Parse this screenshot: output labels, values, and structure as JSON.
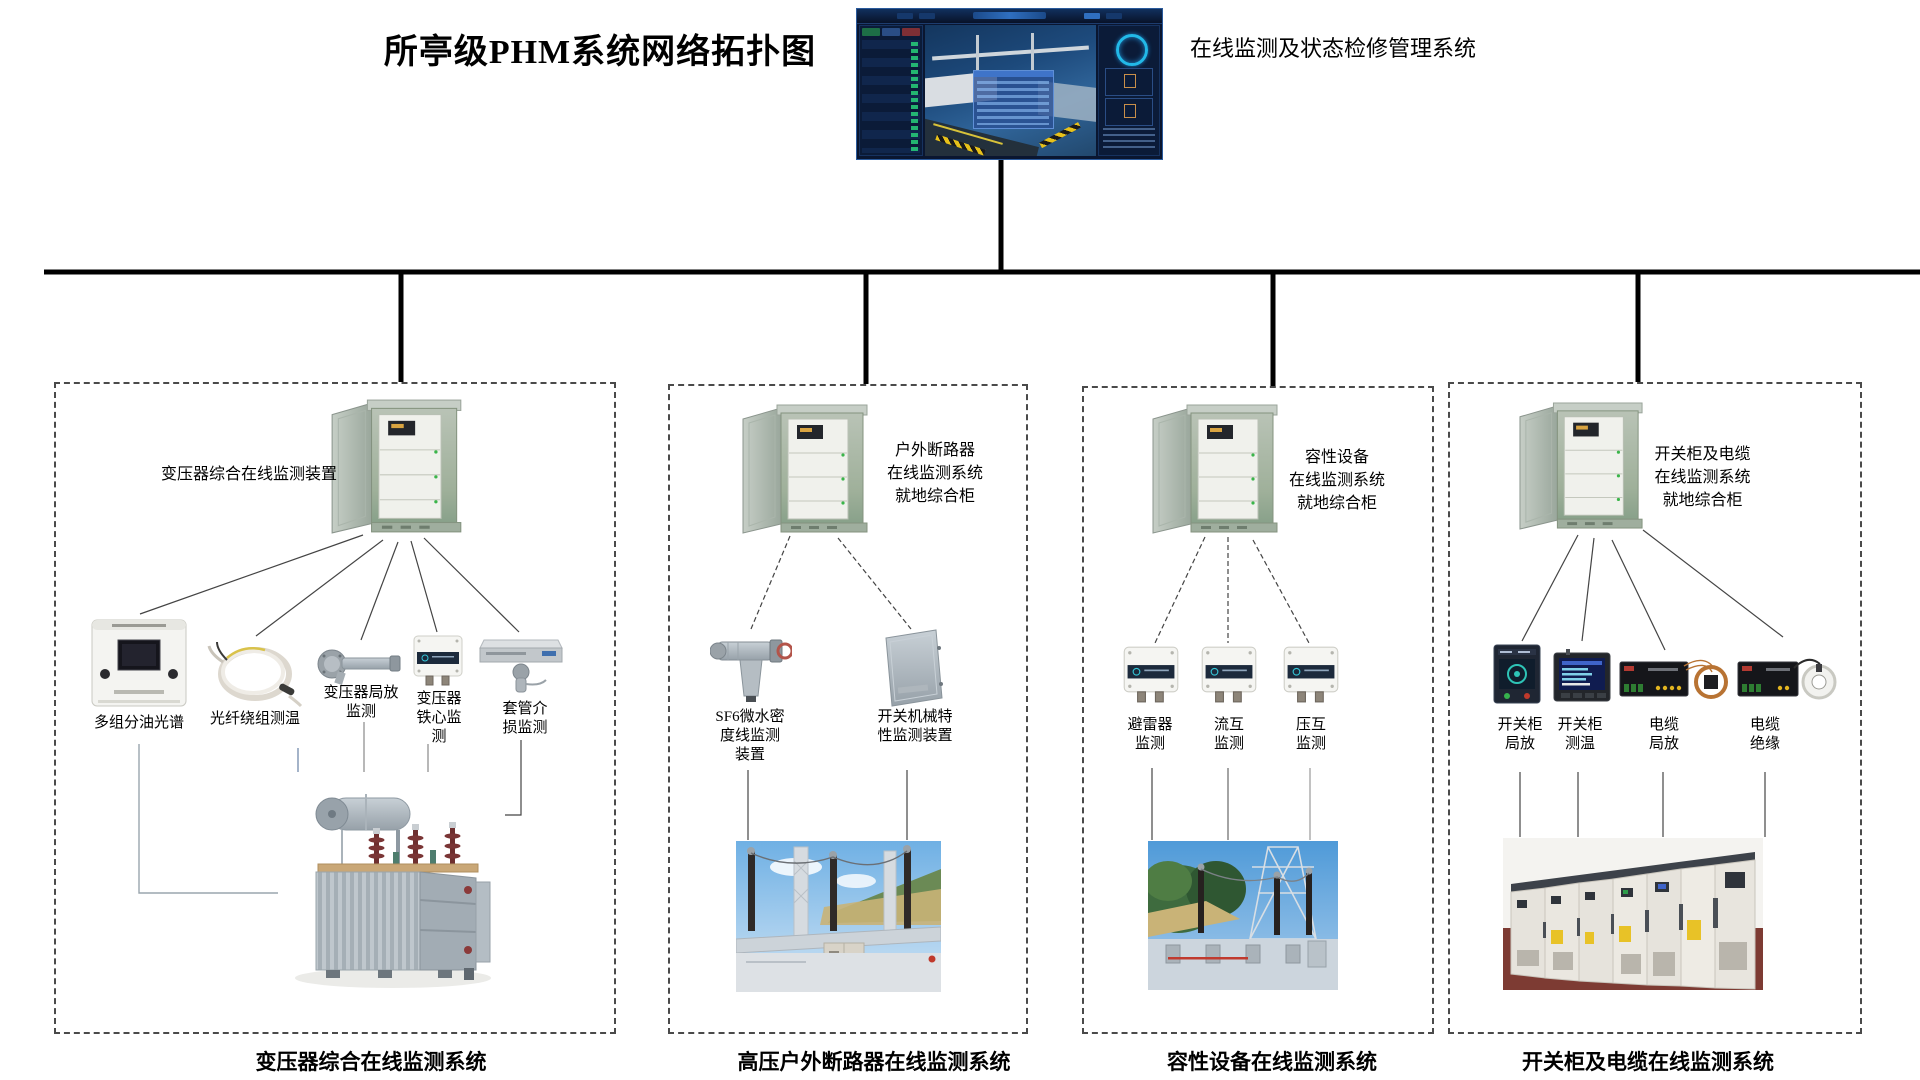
{
  "diagram_title": "所亭级PHM系统网络拓扑图",
  "management_system_label": "在线监测及状态检修管理系统",
  "systems": [
    {
      "caption": "变压器综合在线监测系统",
      "cabinet_label": "变压器综合在线监测装置",
      "devices": [
        {
          "label": "多组分油光谱"
        },
        {
          "label": "光纤绕组测温"
        },
        {
          "label": "变压器局放\n监测"
        },
        {
          "label": "变压器\n铁心监\n测"
        },
        {
          "label": "套管介\n损监测"
        }
      ]
    },
    {
      "caption": "高压户外断路器在线监测系统",
      "cabinet_label": "户外断路器\n在线监测系统\n就地综合柜",
      "devices": [
        {
          "label": "SF6微水密\n度线监测\n装置"
        },
        {
          "label": "开关机械特\n性监测装置"
        }
      ]
    },
    {
      "caption": "容性设备在线监测系统",
      "cabinet_label": "容性设备\n在线监测系统\n就地综合柜",
      "devices": [
        {
          "label": "避雷器\n监测"
        },
        {
          "label": "流互\n监测"
        },
        {
          "label": "压互\n监测"
        }
      ]
    },
    {
      "caption": "开关柜及电缆在线监测系统",
      "cabinet_label": "开关柜及电缆\n在线监测系统\n就地综合柜",
      "devices": [
        {
          "label": "开关柜\n局放"
        },
        {
          "label": "开关柜\n测温"
        },
        {
          "label": "电缆\n局放"
        },
        {
          "label": "电缆\n绝缘"
        }
      ]
    }
  ],
  "colors": {
    "bus_line": "#000000",
    "dashed_border": "#4a4a4a",
    "monitor_background": "#0a1630",
    "monitor_accent": "#22b9e8",
    "cabinet_steel_green": "#9fb09a"
  }
}
